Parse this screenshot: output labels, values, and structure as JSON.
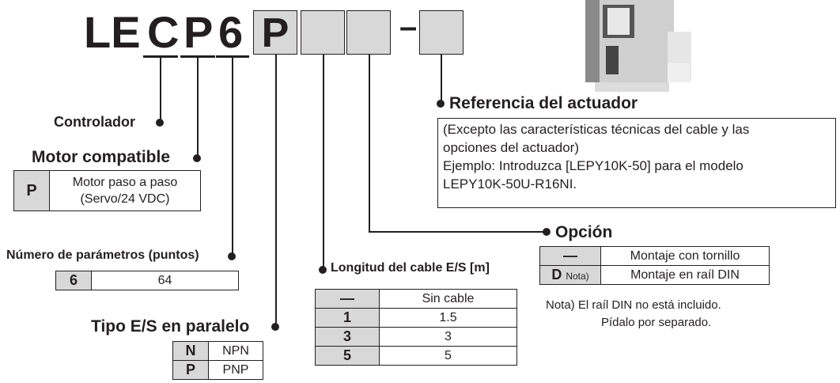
{
  "code": {
    "prefix": "LE",
    "char_c": "C",
    "char_p": "P",
    "char_6": "6",
    "box_p": "P",
    "dash": "–"
  },
  "controller": {
    "label": "Controlador"
  },
  "motor": {
    "label": "Motor compatible",
    "key": "P",
    "desc_line1": "Motor paso a paso",
    "desc_line2": "(Servo/24 VDC)"
  },
  "params": {
    "label": "Número de parámetros (puntos)",
    "key": "6",
    "value": "64"
  },
  "io_type": {
    "label": "Tipo E/S en paralelo",
    "rows": [
      {
        "key": "N",
        "value": "NPN"
      },
      {
        "key": "P",
        "value": "PNP"
      }
    ]
  },
  "cable": {
    "label": "Longitud del cable E/S [m]",
    "rows": [
      {
        "key": "—",
        "value": "Sin cable"
      },
      {
        "key": "1",
        "value": "1.5"
      },
      {
        "key": "3",
        "value": "3"
      },
      {
        "key": "5",
        "value": "5"
      }
    ]
  },
  "option": {
    "label": "Opción",
    "rows": [
      {
        "key": "—",
        "note": "",
        "value": "Montaje con tornillo"
      },
      {
        "key": "D",
        "note": "Nota)",
        "value": "Montaje en raíl DIN"
      }
    ],
    "footnote_line1": "Nota) El raíl DIN no está incluido.",
    "footnote_line2": "Pídalo por separado."
  },
  "actuator": {
    "label": "Referencia del actuador",
    "line1": "(Excepto las características técnicas del cable y las",
    "line2": "opciones del actuador)",
    "line3": "Ejemplo: Introduzca [LEPY10K-50] para el modelo",
    "line4": "LEPY10K-50U-R16NI."
  }
}
